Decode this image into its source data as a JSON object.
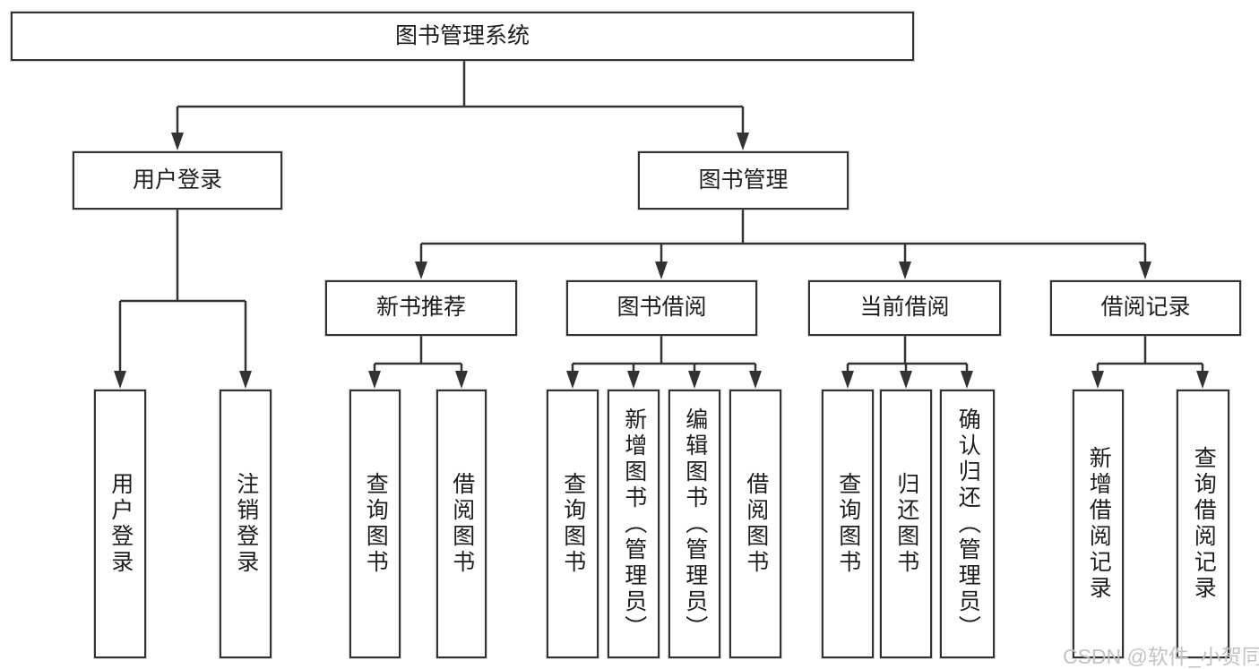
{
  "colors": {
    "line": "#333333",
    "box_border": "#333333",
    "text": "#1d1d1d",
    "background": "#ffffff",
    "watermark": "#c3c3c3"
  },
  "tree": {
    "root": {
      "label": "图书管理系统"
    },
    "branches": [
      {
        "label": "用户登录",
        "children": [
          {
            "label": "用户登录"
          },
          {
            "label": "注销登录"
          }
        ]
      },
      {
        "label": "图书管理",
        "children": [
          {
            "label": "新书推荐",
            "children": [
              {
                "label": "查询图书"
              },
              {
                "label": "借阅图书"
              }
            ]
          },
          {
            "label": "图书借阅",
            "children": [
              {
                "label": "查询图书"
              },
              {
                "label": "新增图书（管理员）"
              },
              {
                "label": "编辑图书（管理员）"
              },
              {
                "label": "借阅图书"
              }
            ]
          },
          {
            "label": "当前借阅",
            "children": [
              {
                "label": "查询图书"
              },
              {
                "label": "归还图书"
              },
              {
                "label": "确认归还（管理员）"
              }
            ]
          },
          {
            "label": "借阅记录",
            "children": [
              {
                "label": "新增借阅记录"
              },
              {
                "label": "查询借阅记录"
              }
            ]
          }
        ]
      }
    ]
  },
  "watermark": {
    "text": "CSDN @软件_小贺同学"
  }
}
